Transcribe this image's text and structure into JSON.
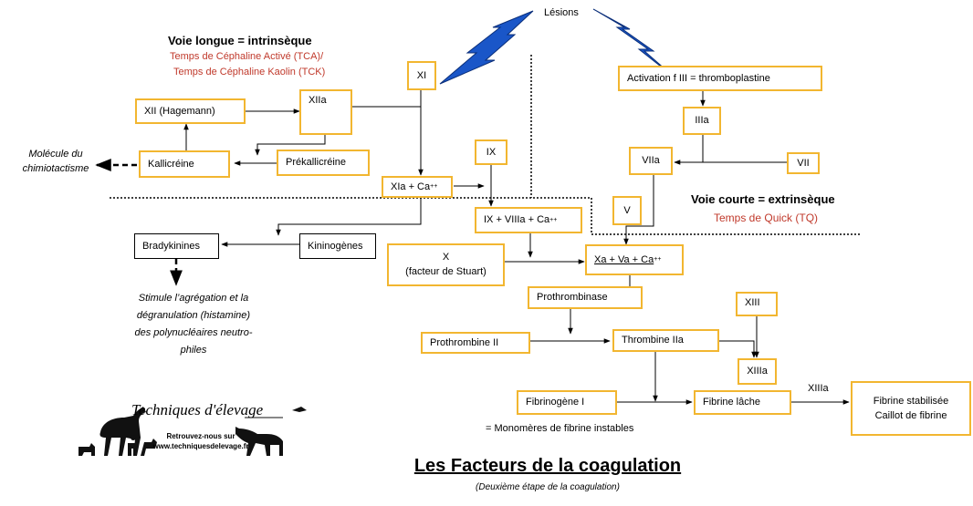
{
  "header": {
    "lesions": "Lésions",
    "voie_longue": "Voie longue = intrinsèque",
    "tca": "Temps de Céphaline Activé (TCA)/",
    "tck": "Temps de Céphaline Kaolin (TCK)",
    "voie_courte": "Voie courte = extrinsèque",
    "quick": "Temps de Quick (TQ)"
  },
  "nodes": {
    "xi": "XI",
    "activation": "Activation f III = thromboplastine",
    "xii": "XII (Hagemann)",
    "xiia": "XIIa",
    "iiia": "IIIa",
    "molecule_1": "Molécule du",
    "molecule_2": "chimiotactisme",
    "kallicreine": "Kallicréine",
    "prekallicreine": "Prékallicréine",
    "ix": "IX",
    "viia": "VIIa",
    "vii": "VII",
    "xia_base": "XIa + Ca",
    "xia_sup": "++",
    "v": "V",
    "ix_viiia_base": "IX + VIIIa + Ca",
    "ix_viiia_sup": "++",
    "bradykinines": "Bradykinines",
    "kininogenes": "Kininogènes",
    "x_line1": "X",
    "x_line2": "(facteur de  Stuart)",
    "xa_base": "Xa + Va + Ca",
    "xa_sup": "++",
    "prothrombinase": "Prothrombinase",
    "xiii": "XIII",
    "prothrombine": "Prothrombine II",
    "thrombine": "Thrombine IIa",
    "xiiia": "XIIIa",
    "xiiia_label": "XIIIa",
    "fibrinogene": "Fibrinogène I",
    "fibrine_lache": "Fibrine lâche",
    "fibrine_stab_1": "Fibrine stabilisée",
    "fibrine_stab_2": "Caillot de fibrine",
    "monomeres": "= Monomères de fibrine instables",
    "stimule_1": "Stimule l’agrégation et la",
    "stimule_2": "dégranulation (histamine)",
    "stimule_3": "des polynucléaires neutro-",
    "stimule_4": "philes"
  },
  "logo": {
    "title": "Techniques d'élevage",
    "line1": "Retrouvez-nous sur",
    "line2": "www.techniquesdelevage.fr"
  },
  "footer": {
    "title": "Les Facteurs de la coagulation",
    "subtitle": "(Deuxième étape de la coagulation)"
  },
  "colors": {
    "box_border": "#f2b630",
    "lightning": "#1a56c8",
    "red_text": "#c0392b"
  }
}
